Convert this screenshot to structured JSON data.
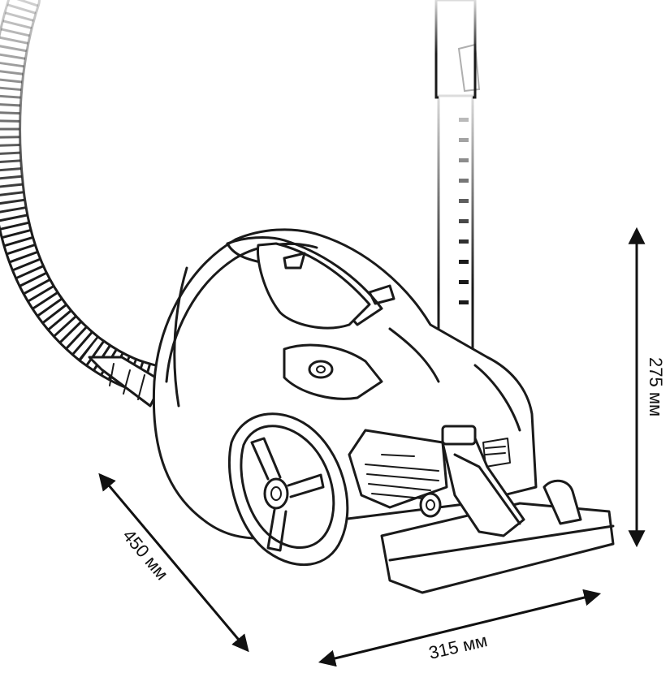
{
  "dimensions": {
    "depth": "450 мм",
    "width": "315 мм",
    "height": "275 мм"
  },
  "colors": {
    "ink": "#1a1a1a",
    "background": "#ffffff"
  }
}
